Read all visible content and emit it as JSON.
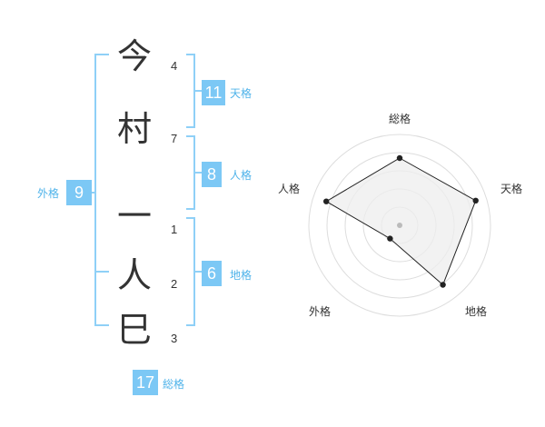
{
  "name": {
    "chars": [
      {
        "char": "今",
        "strokes": "4"
      },
      {
        "char": "村",
        "strokes": "7"
      },
      {
        "char": "一",
        "strokes": "1"
      },
      {
        "char": "人",
        "strokes": "2"
      },
      {
        "char": "巳",
        "strokes": "3"
      }
    ]
  },
  "grades": {
    "tenkaku": {
      "label": "天格",
      "value": "11"
    },
    "jinkaku": {
      "label": "人格",
      "value": "8"
    },
    "chikaku": {
      "label": "地格",
      "value": "6"
    },
    "gaikaku": {
      "label": "外格",
      "value": "9"
    },
    "soukaku": {
      "label": "総格",
      "value": "17"
    }
  },
  "chart_data": {
    "type": "radar",
    "axes": [
      "総格",
      "天格",
      "地格",
      "外格",
      "人格"
    ],
    "values": [
      0.74,
      0.88,
      0.81,
      0.18,
      0.85
    ],
    "range": [
      0,
      1
    ],
    "rings": 5,
    "grid": true,
    "colors": {
      "stroke": "#222222",
      "fill": "#eeeeee",
      "ring": "#dddddd",
      "center": "#bbbbbb"
    }
  },
  "colors": {
    "accent": "#7cc8f5",
    "bracket": "#8fd0f7",
    "label": "#4fb3ea"
  }
}
